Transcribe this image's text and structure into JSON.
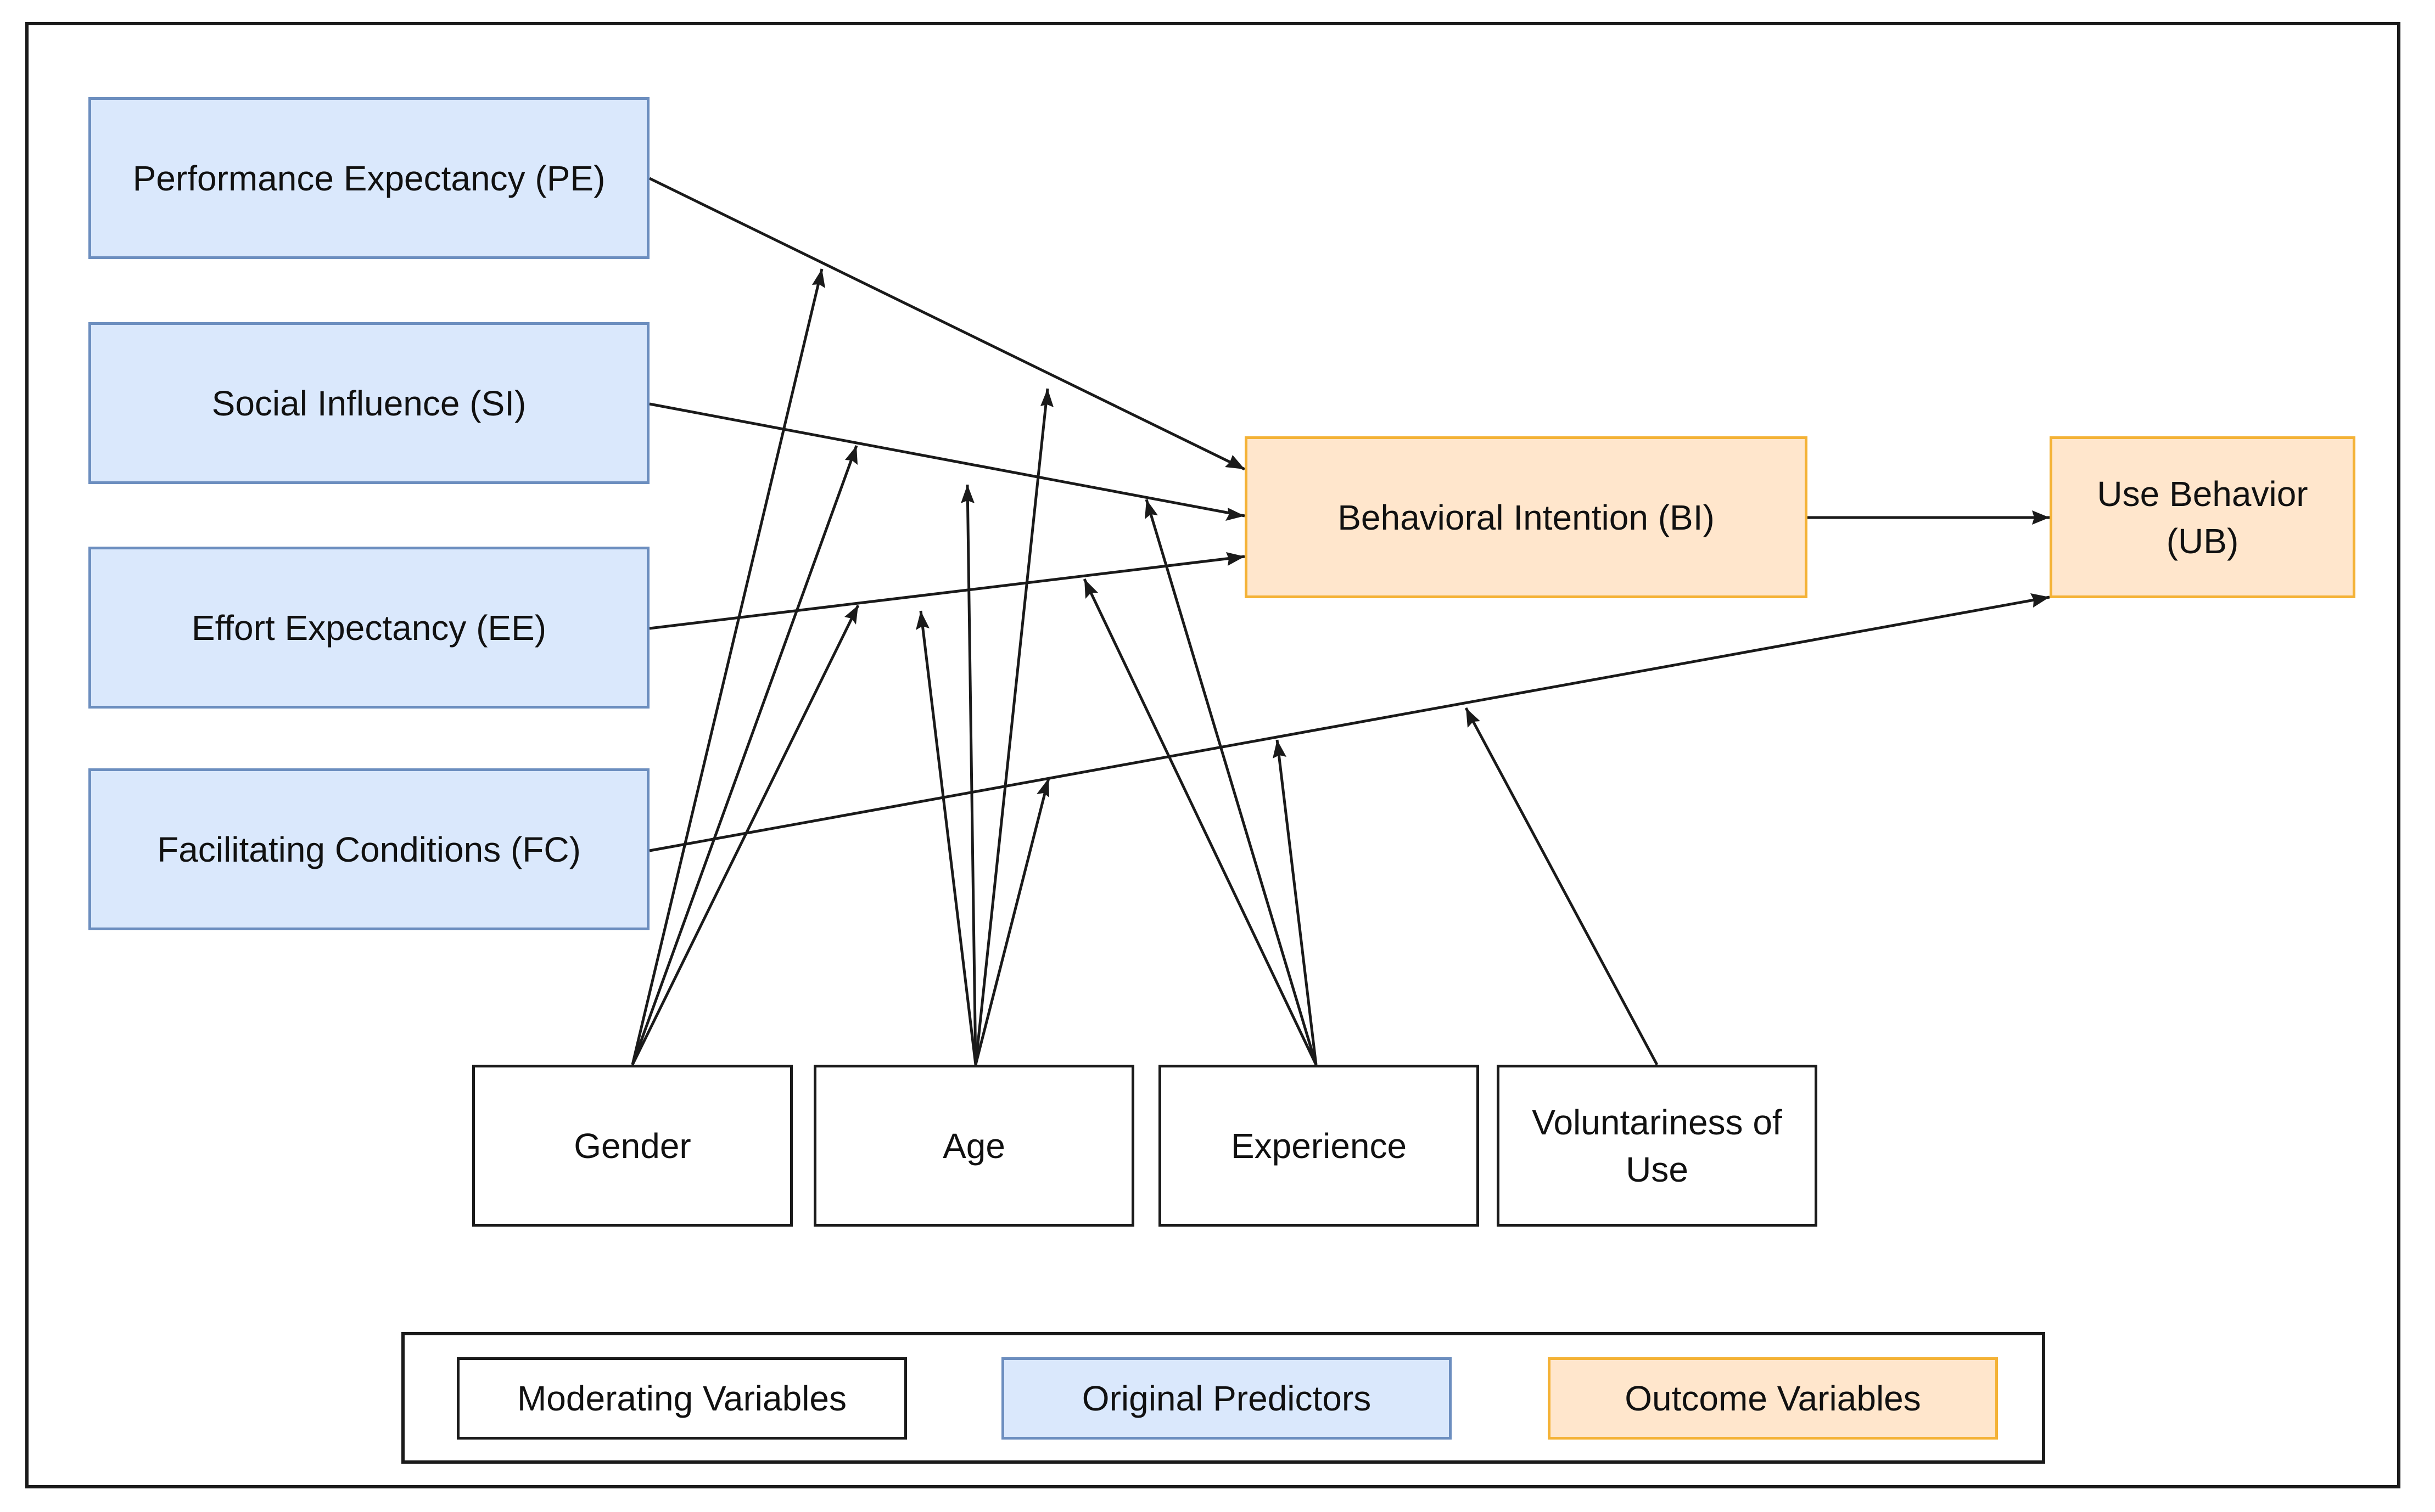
{
  "nodes": {
    "pe": "Performance Expectancy (PE)",
    "si": "Social Influence (SI)",
    "ee": "Effort Expectancy (EE)",
    "fc": "Facilitating Conditions (FC)",
    "bi": "Behavioral Intention (BI)",
    "ub": "Use Behavior (UB)",
    "gender": "Gender",
    "age": "Age",
    "experience": "Experience",
    "voluntariness": "Voluntariness of Use"
  },
  "legend": {
    "moderating": "Moderating Variables",
    "predictors": "Original Predictors",
    "outcomes": "Outcome Variables"
  },
  "colors": {
    "predictor_fill": "#dae8fc",
    "predictor_border": "#6c8ebf",
    "outcome_fill": "#ffe6cc",
    "outcome_border": "#f4b236",
    "moderator_fill": "#ffffff",
    "line": "#1a1a1a"
  }
}
